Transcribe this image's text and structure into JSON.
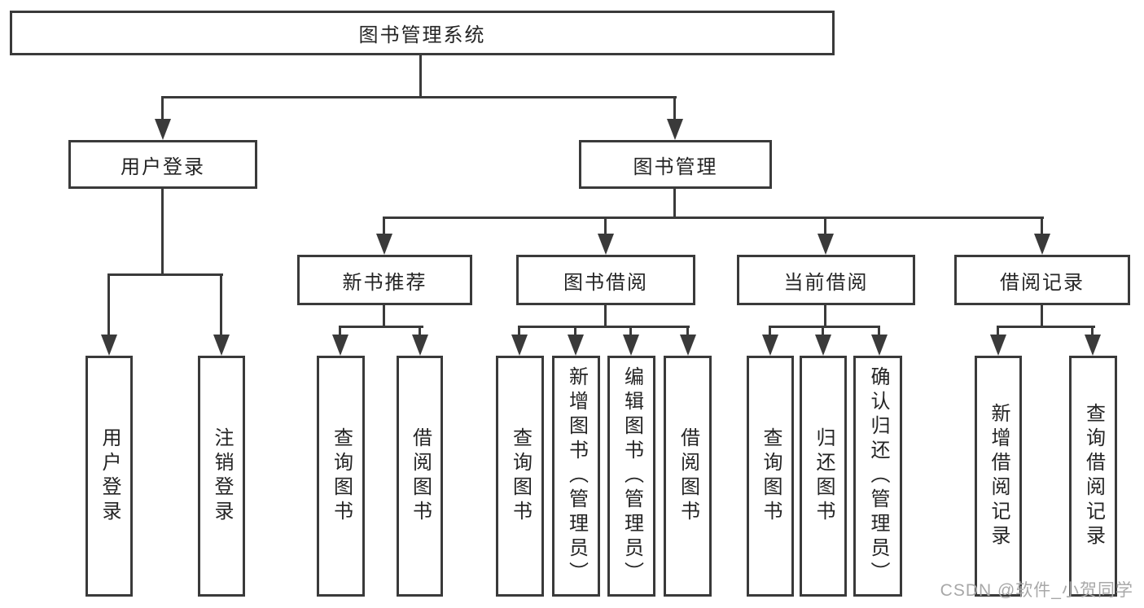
{
  "diagram_title": "图书管理系统",
  "colors": {
    "line": "#3a3a3a",
    "text": "#242424",
    "background": "#ffffff",
    "watermark": "#a8a8a8"
  },
  "root": {
    "label": "图书管理系统"
  },
  "branches": [
    {
      "label": "用户登录",
      "children": [
        {
          "label": "用户登录"
        },
        {
          "label": "注销登录"
        }
      ]
    },
    {
      "label": "图书管理",
      "children": [
        {
          "label": "新书推荐",
          "children": [
            {
              "label": "查询图书"
            },
            {
              "label": "借阅图书"
            }
          ]
        },
        {
          "label": "图书借阅",
          "children": [
            {
              "label": "查询图书"
            },
            {
              "label": "新增图书（管理员）"
            },
            {
              "label": "编辑图书（管理员）"
            },
            {
              "label": "借阅图书"
            }
          ]
        },
        {
          "label": "当前借阅",
          "children": [
            {
              "label": "查询图书"
            },
            {
              "label": "归还图书"
            },
            {
              "label": "确认归还（管理员）"
            }
          ]
        },
        {
          "label": "借阅记录",
          "children": [
            {
              "label": "新增借阅记录"
            },
            {
              "label": "查询借阅记录"
            }
          ]
        }
      ]
    }
  ],
  "watermark": {
    "text": "CSDN @软件_小贺同学"
  }
}
